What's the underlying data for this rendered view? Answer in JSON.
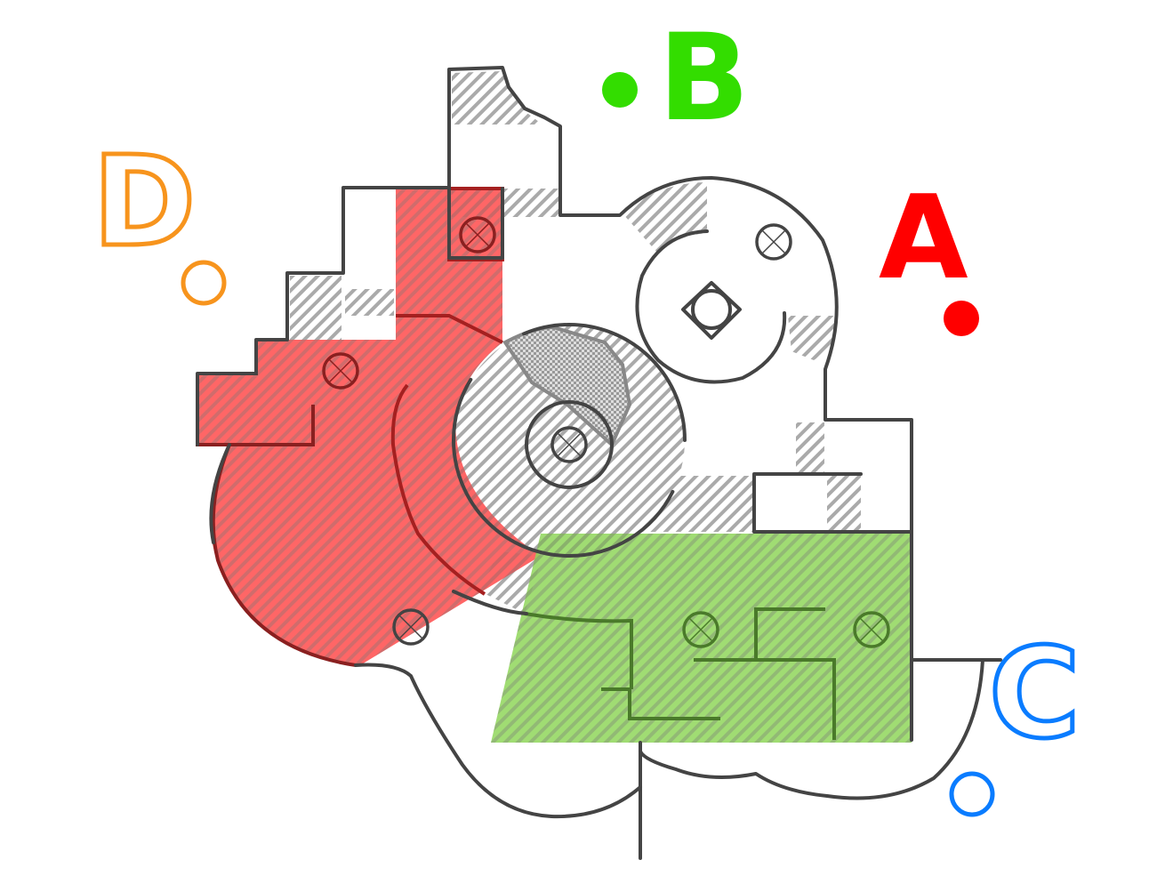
{
  "labels": {
    "A": {
      "text": "A",
      "color": "#ff0000"
    },
    "B": {
      "text": "B",
      "color": "#33dd00"
    },
    "C": {
      "text": "C",
      "color": "#0a7cff"
    },
    "D": {
      "text": "D",
      "color": "#f7941d"
    }
  },
  "colors": {
    "wall": "#444444",
    "hatch": "#aaaaaa",
    "red_zone": "#ff5555",
    "green_zone": "#8fd65a"
  }
}
